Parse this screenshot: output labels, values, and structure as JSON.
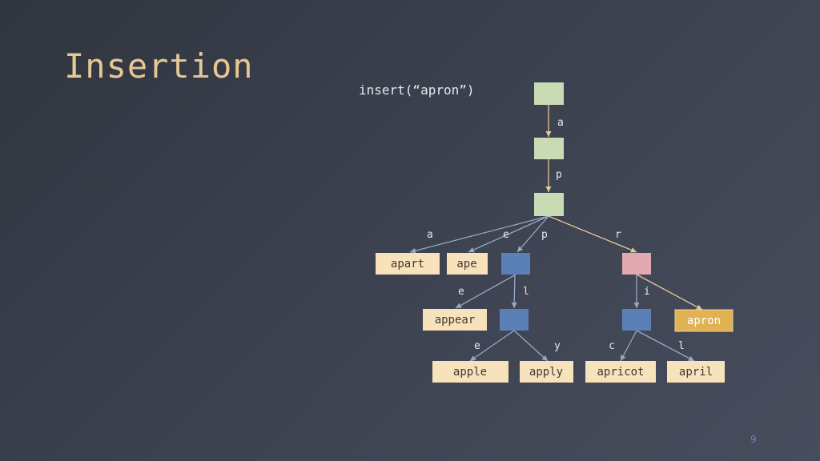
{
  "slide": {
    "title": "Insertion",
    "call": "insert(“apron”)",
    "page_number": "9"
  },
  "colors": {
    "path_node": "#c8dbb5",
    "internal_node": "#5b80b8",
    "new_node": "#e3a9b0",
    "leaf": "#f7e2bc",
    "new_leaf": "#e0b254",
    "edge": "#97a9c3",
    "path_edge": "#e5c893"
  },
  "trie": {
    "edges": {
      "root_a": "a",
      "a_p": "p",
      "ap_apart": "a",
      "ap_ape": "e",
      "ap_app": "p",
      "ap_apr": "r",
      "app_appear": "e",
      "app_appl": "l",
      "apr_apri": "i",
      "appl_apple": "e",
      "appl_apply": "y",
      "apri_apricot": "c",
      "apri_april": "l"
    },
    "leaves": {
      "apart": "apart",
      "ape": "ape",
      "appear": "appear",
      "apron": "apron",
      "apple": "apple",
      "apply": "apply",
      "apricot": "apricot",
      "april": "april"
    }
  }
}
